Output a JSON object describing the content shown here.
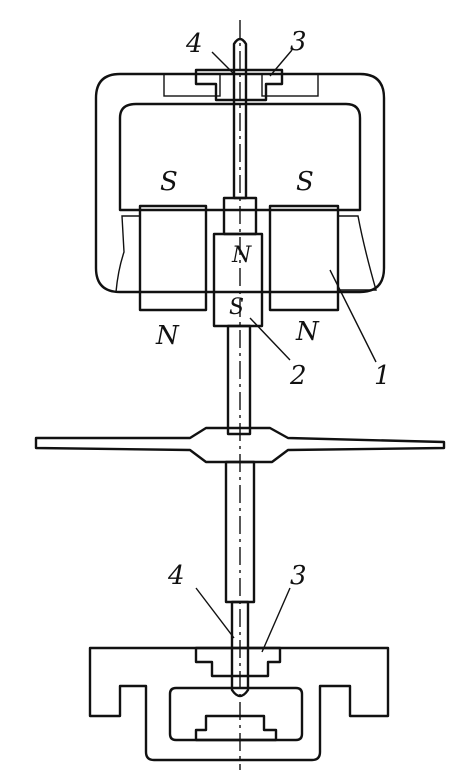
{
  "labels": {
    "top_shaft": "4",
    "top_bearing": "3",
    "pole_s_left": "S",
    "pole_s_right": "S",
    "magnet_n": "N",
    "magnet_s": "S",
    "pole_n_left": "N",
    "pole_n_right": "N",
    "inner_magnet": "2",
    "outer_magnet": "1",
    "bottom_shaft": "4",
    "bottom_bearing": "3"
  },
  "colors": {
    "ink": "#111111",
    "paper": "#ffffff"
  }
}
